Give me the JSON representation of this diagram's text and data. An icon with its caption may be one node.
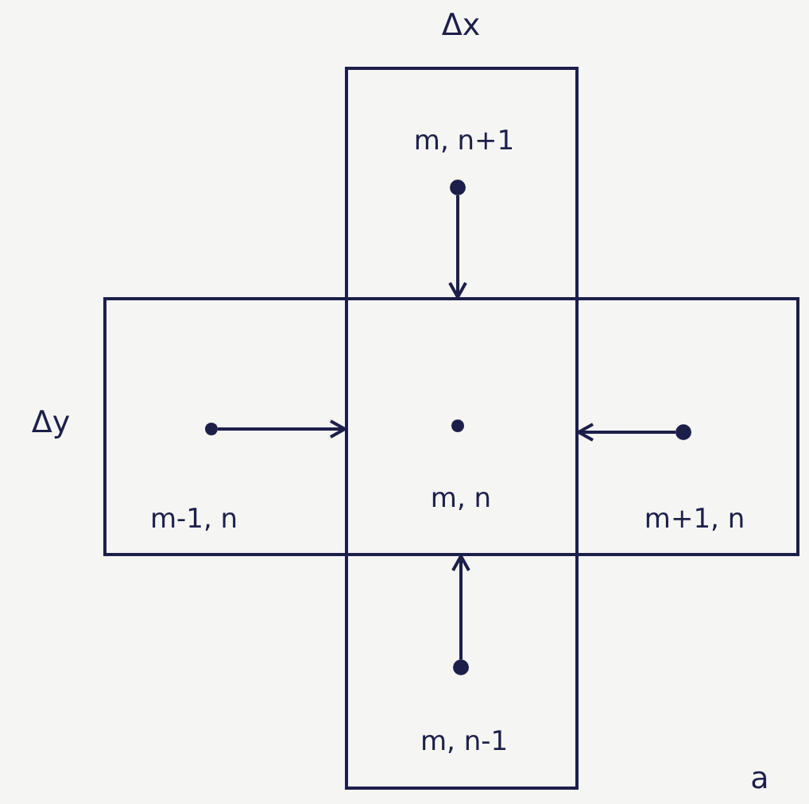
{
  "diagram": {
    "nodes": [
      {
        "text": [
          "m, n+1"
        ]
      },
      {
        "text": [],
        "shape": "circle",
        "in": 0
      },
      {
        "text": [
          "m-1, n"
        ]
      },
      {
        "text": [],
        "shape": "circle",
        "in": 2
      },
      {
        "text": [
          "m, n"
        ]
      },
      {
        "text": [],
        "shape": "circle",
        "in": 4
      },
      {
        "text": [
          "m+1, n"
        ]
      },
      {
        "text": [],
        "shape": "circle",
        "in": 6
      },
      {
        "text": [
          "m, n-1"
        ]
      },
      {
        "text": [],
        "shape": "circle",
        "in": 8
      }
    ],
    "edges": [
      {
        "from": 1,
        "to": 4,
        "arrow": "to"
      },
      {
        "from": 3,
        "to": 4,
        "arrow": "to"
      },
      {
        "from": 7,
        "to": 4,
        "arrow": "to"
      },
      {
        "from": 9,
        "to": 4,
        "arrow": "to"
      }
    ],
    "labels": [
      "Δx",
      "Δy",
      "a"
    ]
  }
}
